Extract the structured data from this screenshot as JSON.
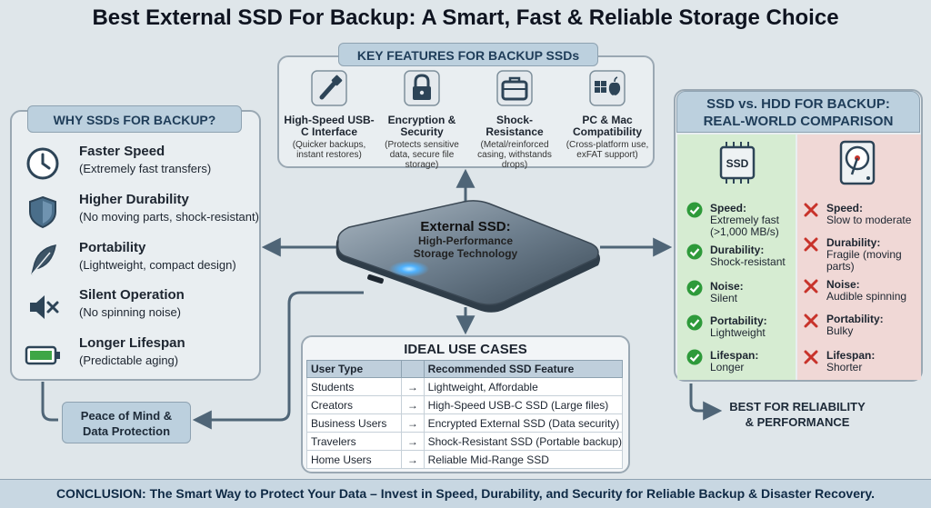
{
  "title": "Best External SSD For Backup: A Smart, Fast & Reliable Storage Choice",
  "why": {
    "header": "WHY SSDs FOR BACKUP?",
    "items": [
      {
        "icon": "clock-icon",
        "title": "Faster Speed",
        "desc": "(Extremely fast transfers)"
      },
      {
        "icon": "shield-icon",
        "title": "Higher Durability",
        "desc": "(No moving parts, shock-resistant)"
      },
      {
        "icon": "feather-icon",
        "title": "Portability",
        "desc": "(Lightweight, compact design)"
      },
      {
        "icon": "mute-icon",
        "title": "Silent Operation",
        "desc": "(No spinning noise)"
      },
      {
        "icon": "battery-icon",
        "title": "Longer Lifespan",
        "desc": "(Predictable aging)"
      }
    ]
  },
  "features": {
    "header": "KEY FEATURES FOR BACKUP SSDs",
    "items": [
      {
        "icon": "usb-icon",
        "title": "High-Speed USB-C Interface",
        "desc": "(Quicker backups, instant restores)"
      },
      {
        "icon": "lock-icon",
        "title": "Encryption & Security",
        "desc": "(Protects sensitive data, secure file storage)"
      },
      {
        "icon": "case-icon",
        "title": "Shock-Resistance",
        "desc": "(Metal/reinforced casing, withstands drops)"
      },
      {
        "icon": "windows-apple-icon",
        "title": "PC & Mac Compatibility",
        "desc": "(Cross-platform use, exFAT support)"
      }
    ]
  },
  "center": {
    "title": "External SSD:",
    "subtitle_1": "High-Performance",
    "subtitle_2": "Storage Technology"
  },
  "comparison": {
    "header_1": "SSD vs. HDD FOR BACKUP:",
    "header_2": "REAL-WORLD COMPARISON",
    "ssd_label": "SSD",
    "ssd": [
      {
        "label": "Speed:",
        "value": "Extremely fast (>1,000 MB/s)"
      },
      {
        "label": "Durability:",
        "value": "Shock-resistant"
      },
      {
        "label": "Noise:",
        "value": "Silent"
      },
      {
        "label": "Portability:",
        "value": "Lightweight"
      },
      {
        "label": "Lifespan:",
        "value": "Longer"
      }
    ],
    "hdd": [
      {
        "label": "Speed:",
        "value": "Slow to moderate"
      },
      {
        "label": "Durability:",
        "value": "Fragile (moving parts)"
      },
      {
        "label": "Noise:",
        "value": "Audible spinning"
      },
      {
        "label": "Portability:",
        "value": "Bulky"
      },
      {
        "label": "Lifespan:",
        "value": "Shorter"
      }
    ],
    "colors": {
      "check": "#2e9a3a",
      "cross": "#c8332b"
    }
  },
  "use_cases": {
    "title": "IDEAL USE CASES",
    "col_user": "User Type",
    "col_feature": "Recommended SSD Feature",
    "arrow": "→",
    "rows": [
      {
        "user": "Students",
        "feature": "Lightweight, Affordable"
      },
      {
        "user": "Creators",
        "feature": "High-Speed USB-C SSD (Large files)"
      },
      {
        "user": "Business Users",
        "feature": "Encrypted External SSD (Data security)"
      },
      {
        "user": "Travelers",
        "feature": "Shock-Resistant SSD (Portable backup)"
      },
      {
        "user": "Home Users",
        "feature": "Reliable Mid-Range SSD"
      }
    ]
  },
  "peace": {
    "line_1": "Peace of Mind &",
    "line_2": "Data Protection"
  },
  "best": {
    "line_1": "BEST FOR RELIABILITY",
    "line_2": "& PERFORMANCE"
  },
  "conclusion": "CONCLUSION: The Smart Way to Protect Your Data – Invest in Speed, Durability, and Security for Reliable Backup & Disaster Recovery."
}
